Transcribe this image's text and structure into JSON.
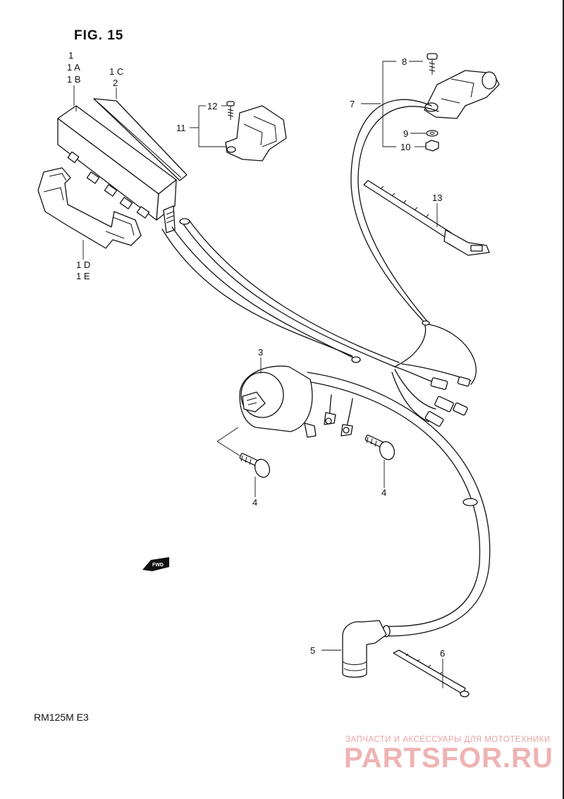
{
  "figure": {
    "title": "FIG. 15",
    "model": "RM125M  E3"
  },
  "callouts": {
    "c1": "1",
    "c1a": "1 A",
    "c1b": "1 B",
    "c1c": "1 C",
    "c2": "2",
    "c1d": "1 D",
    "c1e": "1 E",
    "c3": "3",
    "c4a": "4",
    "c4b": "4",
    "c5": "5",
    "c6": "6",
    "c7": "7",
    "c8": "8",
    "c9": "9",
    "c10": "10",
    "c11": "11",
    "c12": "12",
    "c13": "13"
  },
  "fwd_marker": "FWD",
  "watermark": {
    "subtitle": "ЗАПЧАСТИ И АКСЕССУАРЫ ДЛЯ МОТОТЕХНИКИ",
    "brand": "PARTSFOR.RU",
    "color": "#e9a6a6"
  }
}
